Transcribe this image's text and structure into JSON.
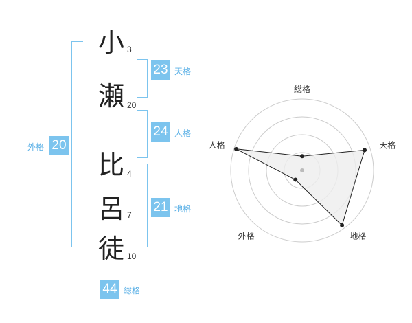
{
  "name_chars": [
    {
      "char": "小",
      "strokes": "3"
    },
    {
      "char": "瀬",
      "strokes": "20"
    },
    {
      "char": "比",
      "strokes": "4"
    },
    {
      "char": "呂",
      "strokes": "7"
    },
    {
      "char": "徒",
      "strokes": "10"
    }
  ],
  "fortune": {
    "tenkaku": {
      "label": "天格",
      "value": "23"
    },
    "jinkaku": {
      "label": "人格",
      "value": "24"
    },
    "chikaku": {
      "label": "地格",
      "value": "21"
    },
    "gaikaku": {
      "label": "外格",
      "value": "20"
    },
    "soukaku": {
      "label": "総格",
      "value": "44"
    }
  },
  "chart_data": {
    "type": "radar",
    "axes": [
      "総格",
      "天格",
      "地格",
      "外格",
      "人格"
    ],
    "values": [
      0.2,
      0.92,
      0.95,
      0.16,
      0.97
    ],
    "rings": 4,
    "grid": true,
    "colors": {
      "fill": "#eeeeee",
      "line": "#222222",
      "ring": "#cccccc",
      "center": "#bbbbbb"
    }
  },
  "colors": {
    "accent": "#7cc4ee",
    "accent_text": "#5ab0e6"
  }
}
